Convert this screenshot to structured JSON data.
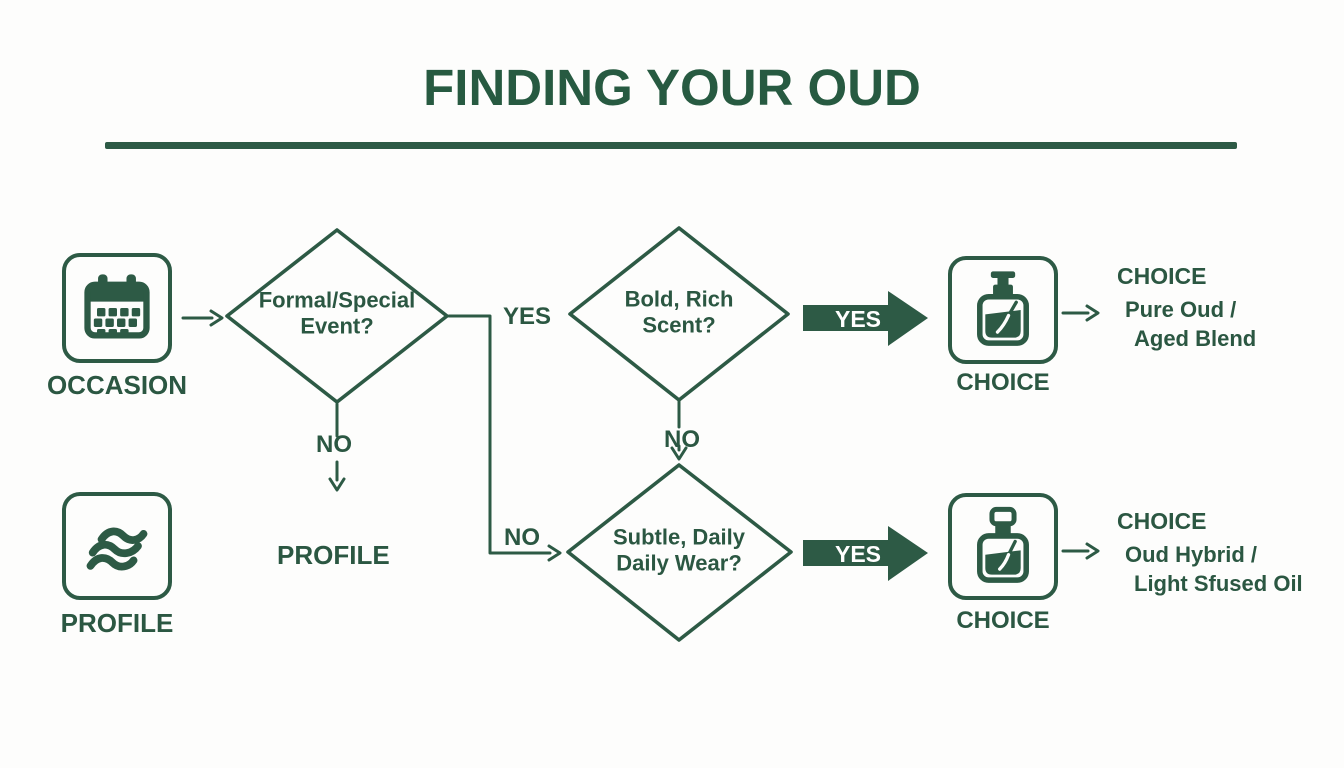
{
  "title": "FINDING YOUR OUD",
  "colors": {
    "accent_green": "#2d5a45",
    "background": "#fdfdfc",
    "block_arrow_text": "#ffffff"
  },
  "flow": {
    "occasion": {
      "label": "OCCASION",
      "icon": "calendar-icon"
    },
    "profile_source": {
      "label": "PROFILE",
      "icon": "waves-icon"
    },
    "decision_event": {
      "line1": "Formal/Special",
      "line2": "Event?"
    },
    "decision_bold": {
      "line1": "Bold, Rich",
      "line2": "Scent?"
    },
    "decision_subtle": {
      "line1": "Subtle, Daily",
      "line2": "Daily Wear?"
    },
    "edge_yes_event": "YES",
    "edge_no_event": "NO",
    "edge_no_corner": "NO",
    "edge_no_bold": "NO",
    "edge_yes_bold": "YES",
    "edge_yes_subtle": "YES",
    "profile_target": "PROFILE",
    "choice_top": {
      "label": "CHOICE",
      "icon": "perfume-bottle-icon"
    },
    "choice_bottom": {
      "label": "CHOICE",
      "icon": "perfume-bottle-icon"
    },
    "result_top": {
      "heading": "CHOICE",
      "line1": "Pure Oud /",
      "line2": "Aged Blend"
    },
    "result_bottom": {
      "heading": "CHOICE",
      "line1": "Oud Hybrid /",
      "line2": "Light Sfused Oil"
    }
  }
}
